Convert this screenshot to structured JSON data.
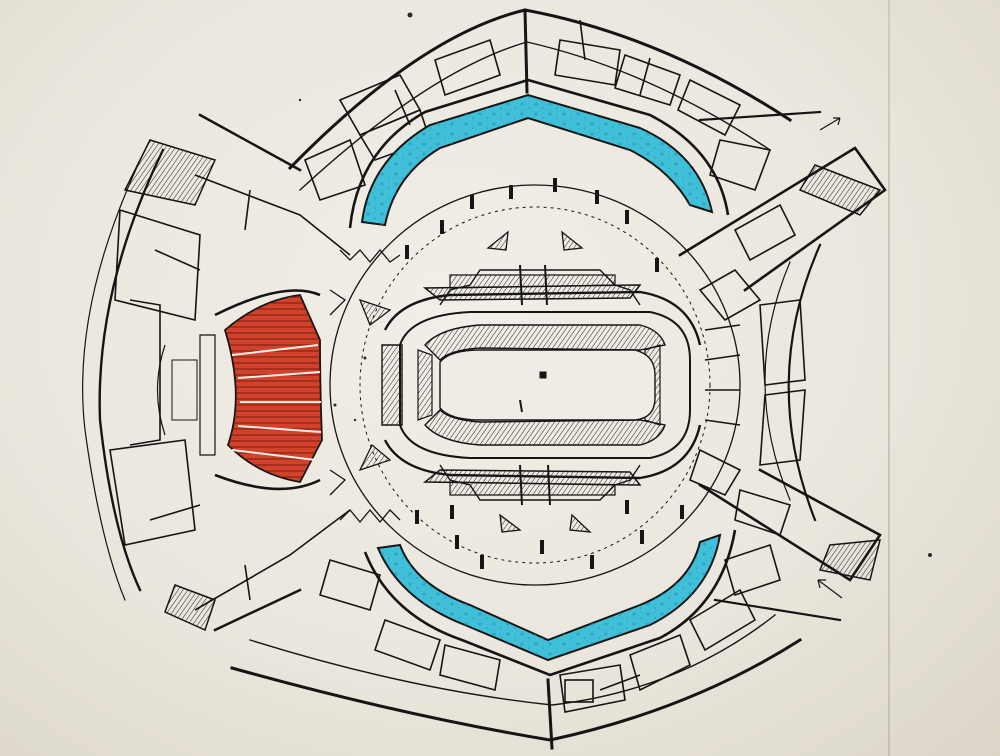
{
  "drawing": {
    "kind": "architectural-floor-plan",
    "colors": {
      "paper": "#ece8df",
      "ink": "#151515",
      "seating_fill": "#d2412a",
      "water_fill": "#3fc0d8"
    },
    "regions": [
      {
        "name": "auditorium-seating",
        "color": "seating_fill"
      },
      {
        "name": "upper-water-basin",
        "color": "water_fill"
      },
      {
        "name": "lower-water-basin",
        "color": "water_fill"
      },
      {
        "name": "central-arena",
        "color": "paper"
      }
    ],
    "annotations": [
      "entrance-arrow-top-right",
      "entrance-arrow-bottom-right"
    ]
  }
}
